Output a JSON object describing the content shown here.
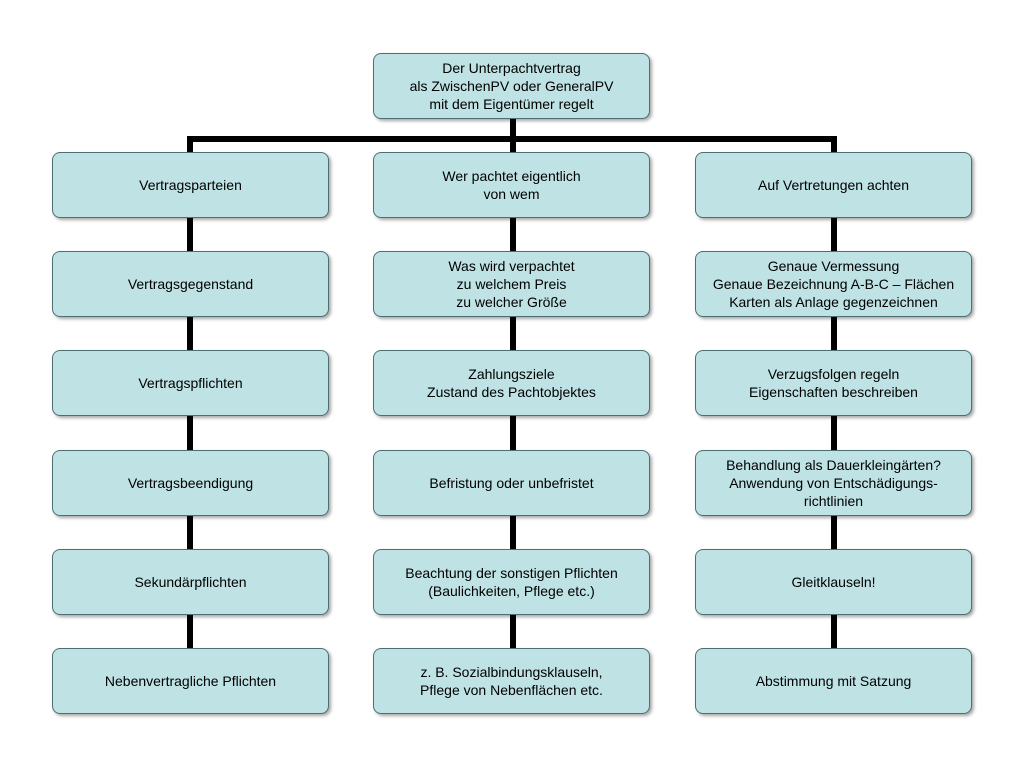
{
  "root": {
    "text": "Der Unterpachtvertrag\nals ZwischenPV oder GeneralPV\nmit dem Eigentümer regelt"
  },
  "columns": [
    {
      "items": [
        "Vertragsparteien",
        "Vertragsgegenstand",
        "Vertragspflichten",
        "Vertragsbeendigung",
        "Sekundärpflichten",
        "Nebenvertragliche Pflichten"
      ]
    },
    {
      "items": [
        "Wer pachtet eigentlich\nvon wem",
        "Was wird verpachtet\nzu welchem Preis\nzu welcher Größe",
        "Zahlungsziele\nZustand des Pachtobjektes",
        "Befristung oder unbefristet",
        "Beachtung der sonstigen Pflichten\n(Baulichkeiten, Pflege etc.)",
        "z. B. Sozialbindungsklauseln,\nPflege von Nebenflächen etc."
      ]
    },
    {
      "items": [
        "Auf Vertretungen achten",
        "Genaue Vermessung\nGenaue Bezeichnung A-B-C – Flächen\nKarten als Anlage gegenzeichnen",
        "Verzugsfolgen regeln\nEigenschaften beschreiben",
        "Behandlung als Dauerkleingärten?\nAnwendung von Entschädigungs-\nrichtlinien",
        "Gleitklauseln!",
        "Abstimmung mit Satzung"
      ]
    }
  ],
  "colors": {
    "box_fill": "#bfe2e5",
    "box_border": "#4d6f74",
    "connector": "#000000"
  }
}
